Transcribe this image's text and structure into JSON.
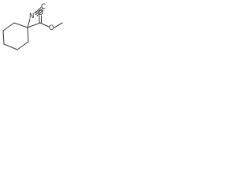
{
  "molecule": {
    "atoms": {
      "nitrogen": "N",
      "nitrogen_charge": "+",
      "terminal_carbon": "C",
      "terminal_carbon_charge": "-",
      "carbonyl_oxygen": "O",
      "ester_oxygen": "O"
    },
    "colors": {
      "bond": "#3a3a3a",
      "text": "#2a2a2a",
      "background": "#ffffff"
    }
  }
}
